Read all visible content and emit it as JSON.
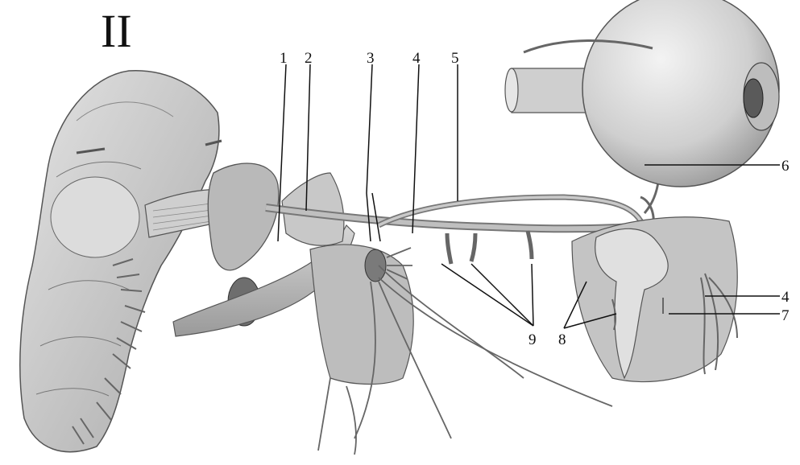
{
  "figure": {
    "roman_numeral": "II",
    "callouts": [
      "1",
      "2",
      "3",
      "4",
      "5",
      "6",
      "4",
      "7",
      "8",
      "9"
    ]
  }
}
